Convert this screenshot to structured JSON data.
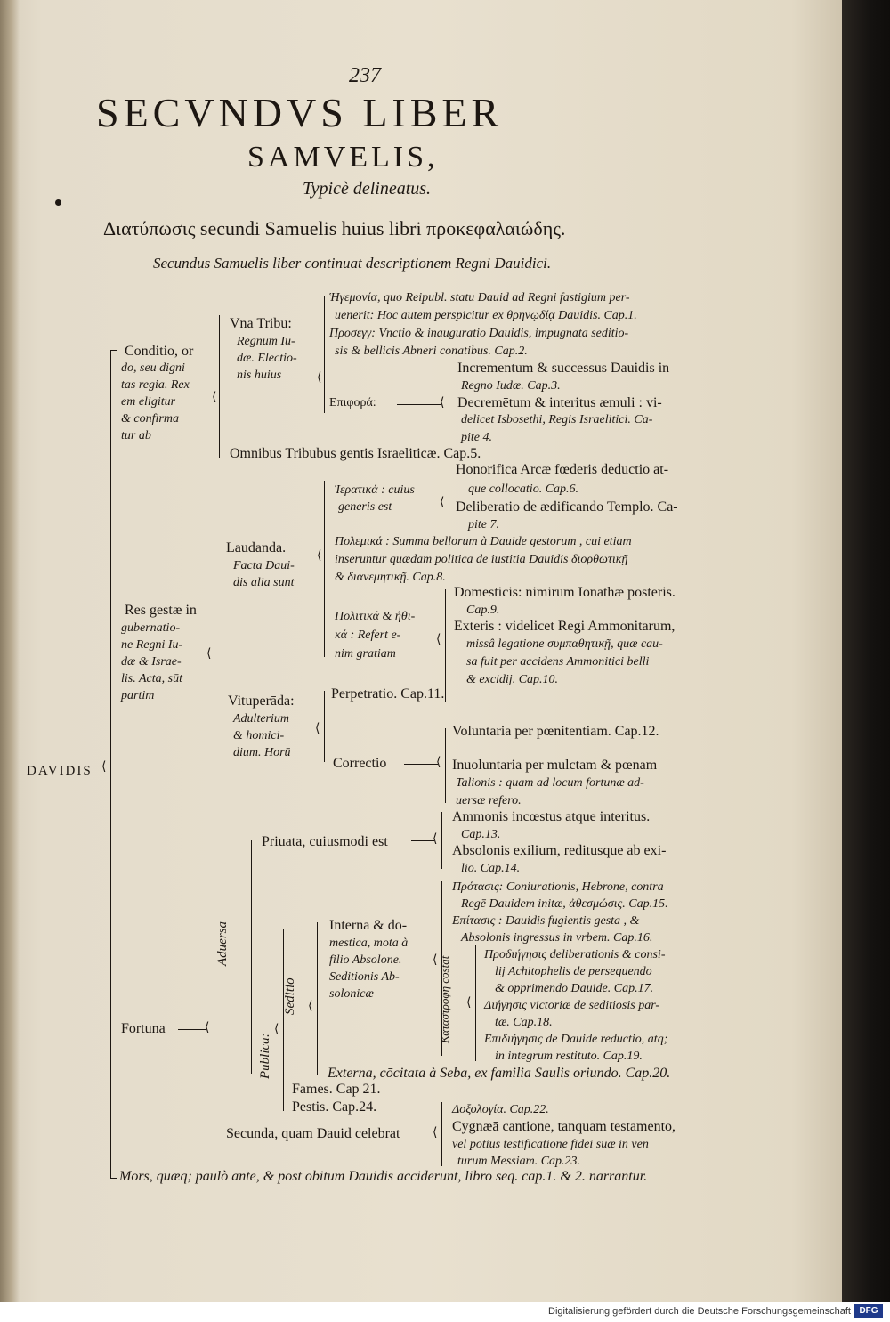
{
  "page": {
    "number": "237",
    "title_main": "SECVNDVS LIBER",
    "title_sub": "SAMVELIS,",
    "title_typice": "Typicè delineatus.",
    "heading": "Διατύπωσις secundi Samuelis huius libri προκεφαλαιώδης.",
    "subheading": "Secundus Samuelis liber continuat descriptionem Regni Dauidici."
  },
  "tree": {
    "root": "DAVIDIS",
    "conditio": [
      "Conditio, or",
      "do, seu digni",
      "tas regia. Rex",
      "em eligitur",
      "& confirma",
      "tur ab"
    ],
    "una_tribu": [
      "Vna Tribu:",
      "Regnum Iu-",
      "dæ. Electio-",
      "nis huius"
    ],
    "hegemonia_1": "Ἡγεμονία, quo Reipubl. statu Dauid ad Regni fastigium per-",
    "hegemonia_2": "uenerit: Hoc autem perspicitur ex θρηνῳδίᾳ Dauidis. Cap.1.",
    "prosegesis_1": "Προσεγγ: Vnctio & inauguratio Dauidis, impugnata seditio-",
    "prosegesis_2": "sis & bellicis Abneri conatibus. Cap.2.",
    "epiphora": "Επιφορά:",
    "incrementum_1": "Incrementum & successus Dauidis in",
    "incrementum_2": "Regno Iudæ. Cap.3.",
    "decrementum_1": "Decremētum & interitus æmuli : vi-",
    "decrementum_2": "delicet Isbosethi, Regis Israelitici. Ca-",
    "decrementum_3": "pite 4.",
    "omnibus": "Omnibus Tribubus gentis Israeliticæ. Cap.5.",
    "res_gestae": [
      "Res gestæ in",
      "gubernatio-",
      "ne Regni Iu-",
      "dæ & Israe-",
      "lis. Acta, sūt",
      "partim"
    ],
    "laudanda": [
      "Laudanda.",
      "Facta Daui-",
      "dis alia sunt"
    ],
    "hieratika": [
      "Ἱερατικά : cuius",
      "generis est"
    ],
    "honorifica_1": "Honorifica Arcæ fœderis deductio at-",
    "honorifica_2": "que collocatio. Cap.6.",
    "deliberatio_1": "Deliberatio de ædificando Templo. Ca-",
    "deliberatio_2": "pite 7.",
    "polemika_1": "Πολεμικά : Summa bellorum à Dauide gestorum , cui etiam",
    "polemika_2": "inseruntur quædam politica de iustitia Dauidis διορθωτικῇ",
    "polemika_3": "& διανεμητικῇ. Cap.8.",
    "politika": [
      "Πολιτικά & ἠθι-",
      "κά : Refert e-",
      "nim gratiam"
    ],
    "domesticis_1": "Domesticis: nimirum Ionathæ posteris.",
    "domesticis_2": "Cap.9.",
    "exteris_1": "Exteris : videlicet Regi Ammonitarum,",
    "exteris_2": "missâ legatione συμπαθητικῇ, quæ cau-",
    "exteris_3": "sa fuit per accidens Ammonitici belli",
    "exteris_4": "& excidij. Cap.10.",
    "vituperanda": [
      "Vituperāda:",
      "Adulterium",
      "& homici-",
      "dium. Horū"
    ],
    "perpetratio": "Perpetratio. Cap.11.",
    "correctio": "Correctio",
    "voluntaria": "Voluntaria per pœnitentiam. Cap.12.",
    "inuoluntaria_1": "Inuoluntaria per mulctam & pœnam",
    "inuoluntaria_2": "Talionis : quam ad locum fortunæ ad-",
    "inuoluntaria_3": "uersæ refero.",
    "fortuna": "Fortuna",
    "aduersa": "Aduersa",
    "priuata": "Priuata, cuiusmodi est",
    "ammonis_1": "Ammonis incœstus atque interitus.",
    "ammonis_2": "Cap.13.",
    "absolonis_1": "Absolonis exilium, reditusque ab exi-",
    "absolonis_2": "lio. Cap.14.",
    "publica": "Publica:",
    "seditio": "Seditio",
    "interna": [
      "Interna & do-",
      "mestica, mota à",
      "filio Absolone.",
      "Seditionis Ab-",
      "solonicæ"
    ],
    "protasis_1": "Πρότασις: Coniurationis, Hebrone, contra",
    "protasis_2": "Regē Dauidem initæ, ἀθεσμώσις. Cap.15.",
    "epitasis_1": "Επίτασις : Dauidis fugientis gesta , &",
    "epitasis_2": "Absolonis ingressus in vrbem. Cap.16.",
    "katastrophe": "Καταστροφὴ cōstat",
    "prodiegesis_1": "Προδιήγησις deliberationis & consi-",
    "prodiegesis_2": "lij Achitophelis de persequendo",
    "prodiegesis_3": "& opprimendo Dauide. Cap.17.",
    "diegesis_1": "Διήγησις victoriæ de seditiosis par-",
    "diegesis_2": "tæ. Cap.18.",
    "epidiegesis_1": "Επιδιήγησις de Dauide reductio, atq;",
    "epidiegesis_2": "in integrum restituto. Cap.19.",
    "externa": "Externa, cōcitata à Seba, ex familia Saulis oriundo. Cap.20.",
    "fames": "Fames. Cap 21.",
    "pestis": "Pestis. Cap.24.",
    "secunda": "Secunda, quam Dauid celebrat",
    "doxologia": "Δοξολογία. Cap.22.",
    "cygnaea_1": "Cygnæā cantione, tanquam testamento,",
    "cygnaea_2": "vel potius testificatione fidei suæ in ven",
    "cygnaea_3": "turum Messiam. Cap.23.",
    "mors": "Mors, quæq; paulò ante, & post obitum Dauidis acciderunt, libro seq. cap.1. & 2. narrantur."
  },
  "footer": {
    "credit": "Digitalisierung gefördert durch die Deutsche Forschungsgemeinschaft",
    "logo": "DFG"
  }
}
